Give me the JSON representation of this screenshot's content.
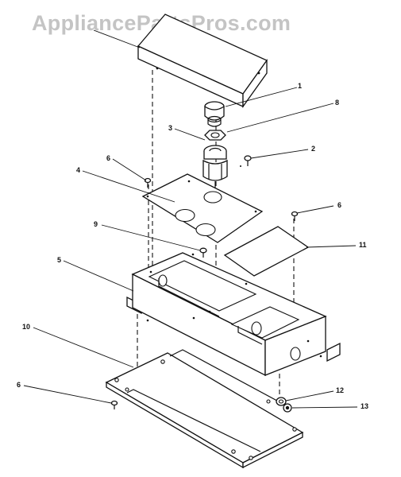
{
  "watermark": {
    "text": "AppliancePartsPros.com",
    "color": "#c4c4c4"
  },
  "callouts": [
    {
      "id": "c1",
      "text": "1"
    },
    {
      "id": "c2",
      "text": "2"
    },
    {
      "id": "c3",
      "text": "3"
    },
    {
      "id": "c4",
      "text": "4"
    },
    {
      "id": "c5",
      "text": "5"
    },
    {
      "id": "c6a",
      "text": "6"
    },
    {
      "id": "c6b",
      "text": "6"
    },
    {
      "id": "c6c",
      "text": "6"
    },
    {
      "id": "c8",
      "text": "8"
    },
    {
      "id": "c9",
      "text": "9"
    },
    {
      "id": "c10",
      "text": "10"
    },
    {
      "id": "c11",
      "text": "11"
    },
    {
      "id": "c12",
      "text": "12"
    },
    {
      "id": "c13",
      "text": "13"
    }
  ]
}
